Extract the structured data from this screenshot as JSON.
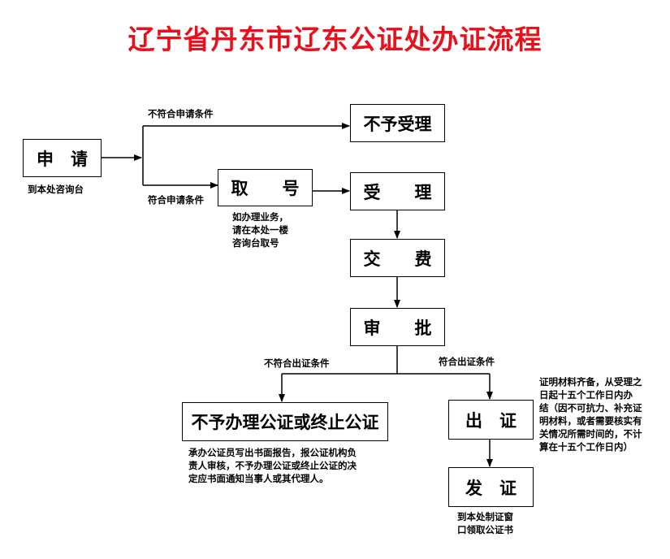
{
  "title": "辽宁省丹东市辽东公证处办证流程",
  "nodes": {
    "apply": "申　请",
    "take_number": "取　　号",
    "reject_accept": "不予受理",
    "accept": "受　　理",
    "pay": "交　　费",
    "review": "审　　批",
    "refuse_terminate": "不予办理公证或终止公证",
    "issue": "出　证",
    "deliver": "发　证"
  },
  "notes": {
    "apply_note": "到本处咨询台",
    "take_number_note": [
      "如办理业务，",
      "请在本处一楼",
      "咨询台取号"
    ],
    "refuse_note": [
      "承办公证员写出书面报告，报公证机构负",
      "责人审核，不予办理公证或终止公证的决",
      "定应书面通知当事人或其代理人。"
    ],
    "issue_note": [
      "证明材料齐备，从受理之",
      "日起十五个工作日内办",
      "结（因不可抗力、补充证",
      "明材料，或者需要核实有",
      "关情况所需时间的，不计",
      "算在十五个工作日内）"
    ],
    "deliver_note": [
      "到本处制证窗",
      "口领取公证书"
    ]
  },
  "edge_labels": {
    "not_meet_apply": "不符合申请条件",
    "meet_apply": "符合申请条件",
    "not_meet_issue": "不符合出证条件",
    "meet_issue": "符合出证条件"
  }
}
